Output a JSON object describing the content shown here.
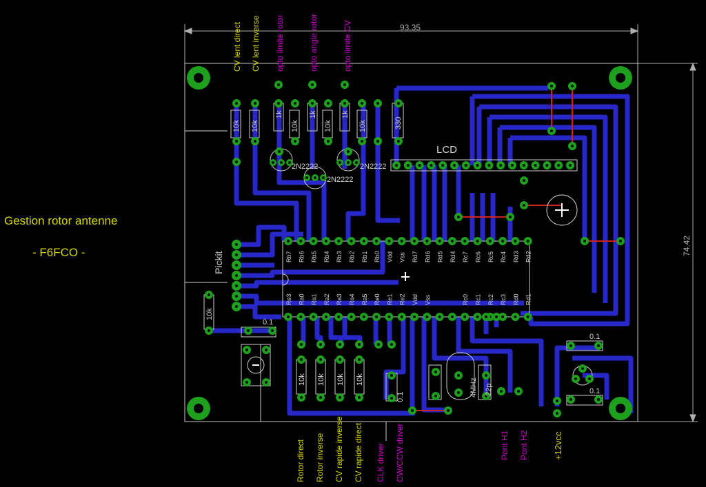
{
  "title": {
    "line1": "Gestion rotor antenne",
    "line2": "- F6FCO -"
  },
  "dimensions": {
    "width": "93.35",
    "height": "74.42"
  },
  "labels": {
    "lcd": "LCD",
    "pickit": "Pickit",
    "r10k": "10k",
    "r1k": "1k",
    "r330": "330",
    "c01": "0.1",
    "c22p": "22p",
    "crystal": "4MHz",
    "transistor": "2N2222"
  },
  "top_connectors": [
    "CV lent direct",
    "CV lent inverse",
    "opto limite rotor",
    "opto angle rotor",
    "opto limite CV"
  ],
  "bottom_connectors": [
    "Rotor direct",
    "Rotor inverse",
    "CV rapide inverse",
    "CV rapide direct",
    "CLK driver",
    "CW/CCW driver",
    "Pont H1",
    "Pont H2",
    "+12vcc"
  ],
  "pic_top_pins": [
    "Rb7",
    "Rb6",
    "Rb5",
    "Rb4",
    "Rb3",
    "Rb2",
    "Rb1",
    "Rb0",
    "Vdd",
    "Vss",
    "Rd7",
    "Rd6",
    "Rd5",
    "Rd4",
    "Rc7",
    "Rc6",
    "Rc5",
    "Rc4",
    "Rd3",
    "Rd2"
  ],
  "pic_bottom_pins": [
    "Re3",
    "Ra0",
    "Ra1",
    "Ra2",
    "Ra3",
    "Ra4",
    "Ra5",
    "Re0",
    "Re1",
    "Re2",
    "Vdd",
    "Vss",
    "",
    "",
    "Rc0",
    "Rc1",
    "Rc2",
    "Rc3",
    "Rd0",
    "Rd1"
  ],
  "colors": {
    "copper": "#2828c8",
    "pad": "#1ea01e",
    "silk": "#d0d0d0",
    "yellow": "#d8d800",
    "magenta": "#d000d0",
    "jumper": "#d02020"
  }
}
